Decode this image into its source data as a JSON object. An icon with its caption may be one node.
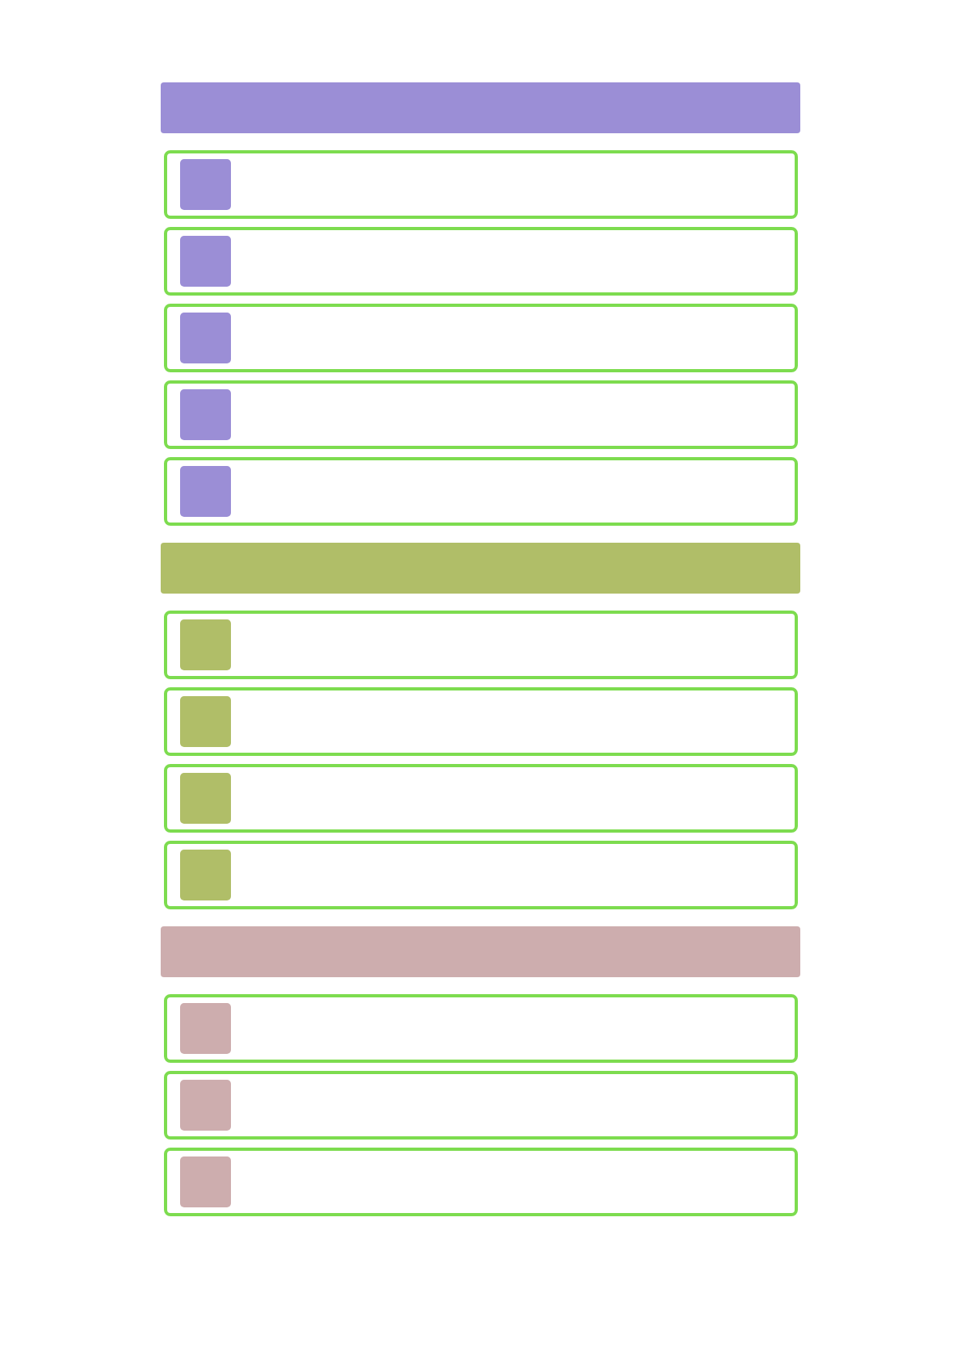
{
  "diagram": {
    "nodes": [
      {
        "text": [],
        "shape": "bar"
      },
      {
        "text": [],
        "shape": "box"
      },
      {
        "text": [],
        "shape": "box",
        "in": 1
      },
      {
        "text": [],
        "shape": "box"
      },
      {
        "text": [],
        "shape": "box",
        "in": 3
      },
      {
        "text": [],
        "shape": "box"
      },
      {
        "text": [],
        "shape": "box",
        "in": 5
      },
      {
        "text": [],
        "shape": "box"
      },
      {
        "text": [],
        "shape": "box",
        "in": 7
      },
      {
        "text": [],
        "shape": "box"
      },
      {
        "text": [],
        "shape": "box",
        "in": 9
      },
      {
        "text": [],
        "shape": "bar"
      },
      {
        "text": [],
        "shape": "box"
      },
      {
        "text": [],
        "shape": "box",
        "in": 12
      },
      {
        "text": [],
        "shape": "box"
      },
      {
        "text": [],
        "shape": "box",
        "in": 14
      },
      {
        "text": [],
        "shape": "box"
      },
      {
        "text": [],
        "shape": "box",
        "in": 16
      },
      {
        "text": [],
        "shape": "box"
      },
      {
        "text": [],
        "shape": "box",
        "in": 18
      },
      {
        "text": [],
        "shape": "bar"
      },
      {
        "text": [],
        "shape": "box"
      },
      {
        "text": [],
        "shape": "box",
        "in": 21
      },
      {
        "text": [],
        "shape": "box"
      },
      {
        "text": [],
        "shape": "box",
        "in": 23
      },
      {
        "text": [],
        "shape": "box"
      },
      {
        "text": [],
        "shape": "box",
        "in": 25
      }
    ]
  }
}
